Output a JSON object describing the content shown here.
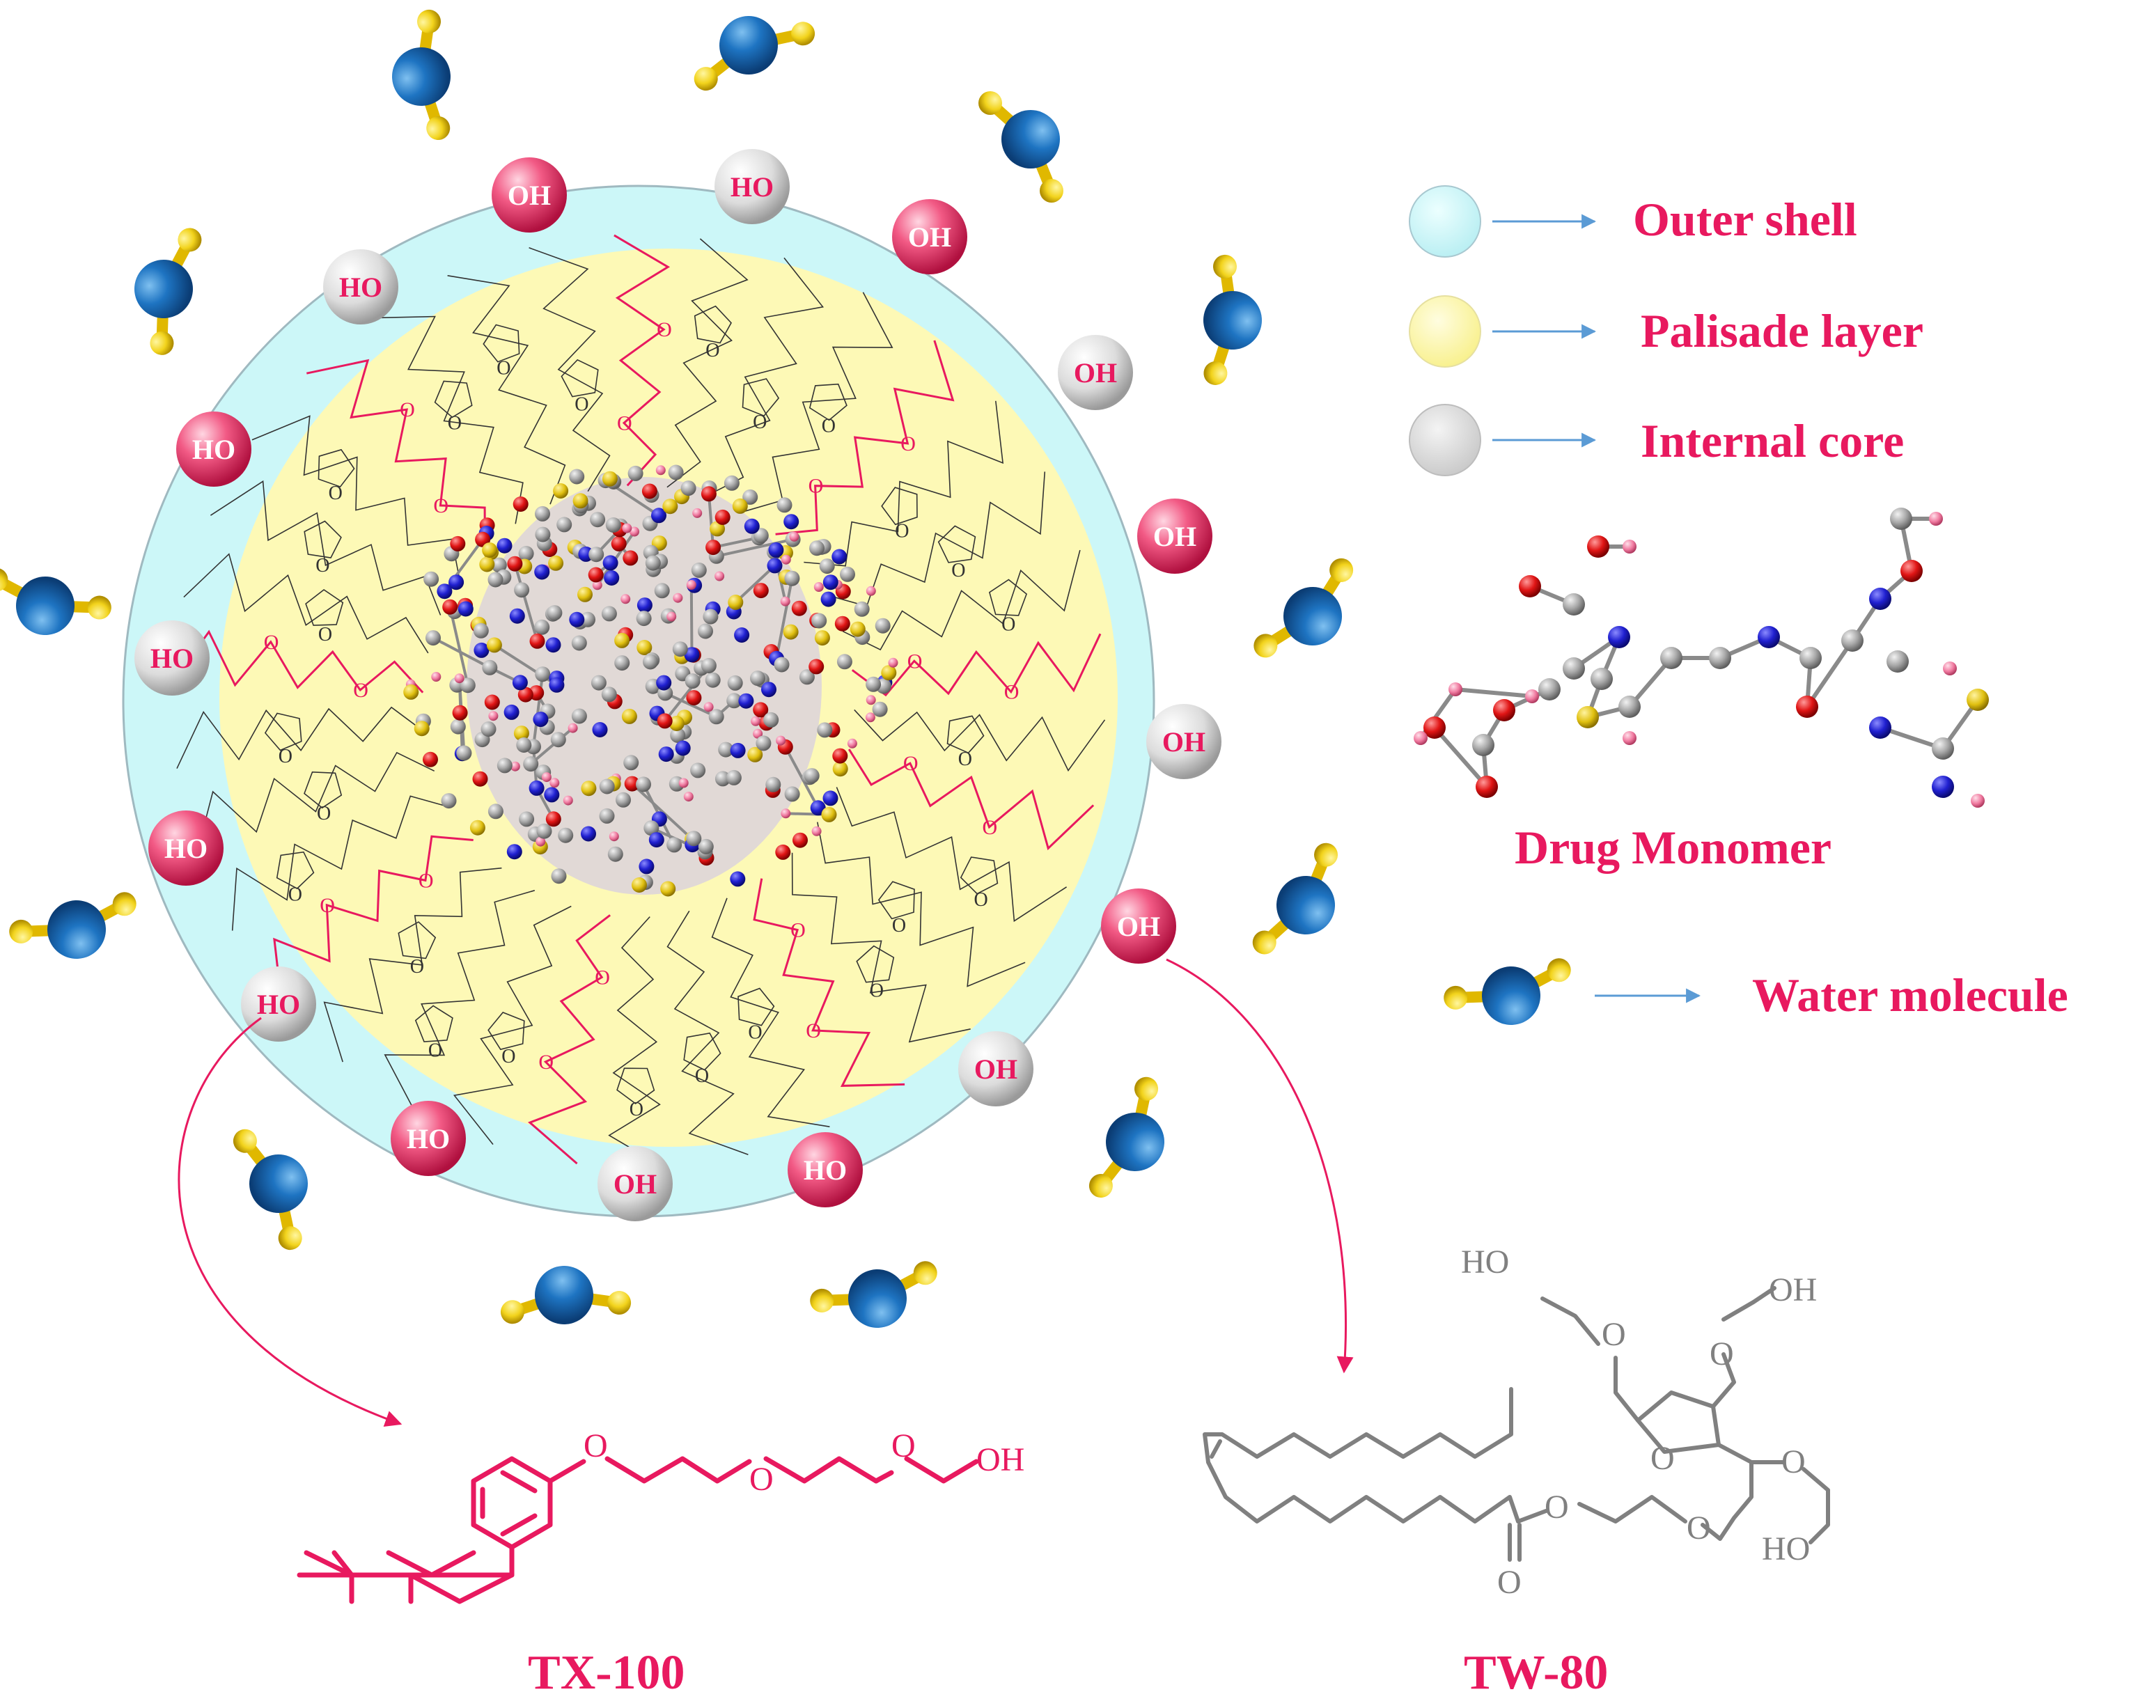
{
  "legend": {
    "outer_shell": "Outer shell",
    "palisade_layer": "Palisade layer",
    "internal_core": "Internal core",
    "drug_monomer": "Drug Monomer",
    "water_molecule": "Water molecule"
  },
  "structures": {
    "tx100_name": "TX-100",
    "tw80_name": "TW-80",
    "hydroxyl": "OH",
    "hydroxyl_left": "HO",
    "oxygen": "O"
  },
  "colors": {
    "outer_shell": "#ccf7f8",
    "palisade_layer": "#fdf9b6",
    "internal_core": "#d9d9d9",
    "label_text": "#e8195f",
    "tx100_structure": "#e8195f",
    "tw80_structure": "#808080",
    "water_oxygen": "#1565b0",
    "water_hydrogen": "#f0d020",
    "arrow": "#5b9bd5"
  },
  "icons": {
    "water": "water-molecule-icon",
    "drug": "drug-monomer-icon",
    "micelle": "micelle-diagram"
  }
}
